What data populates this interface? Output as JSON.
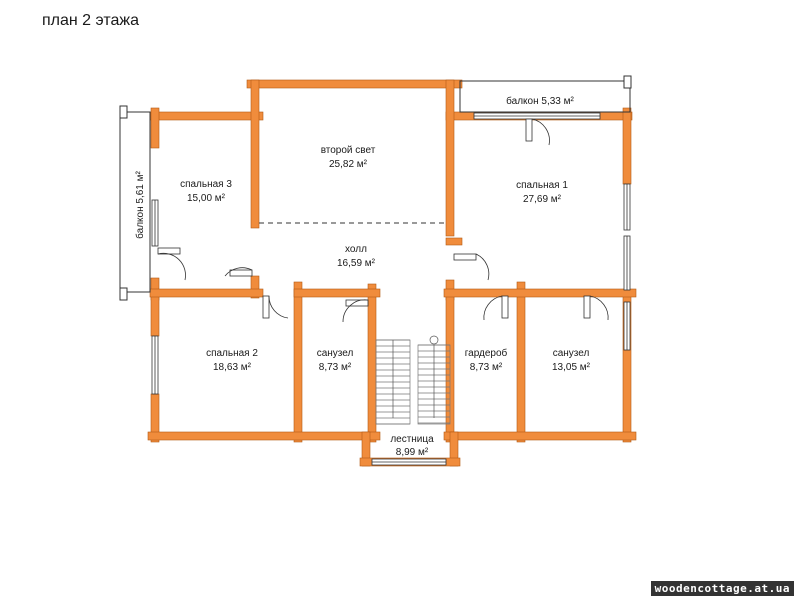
{
  "title": "план 2 этажа",
  "rooms": {
    "second_light": {
      "name": "второй свет",
      "area": "25,82 м²"
    },
    "bedroom1": {
      "name": "спальная 1",
      "area": "27,69 м²"
    },
    "bedroom2": {
      "name": "спальная 2",
      "area": "18,63 м²"
    },
    "bedroom3": {
      "name": "спальная 3",
      "area": "15,00 м²"
    },
    "hall": {
      "name": "холл",
      "area": "16,59 м²"
    },
    "bathroom_left": {
      "name": "санузел",
      "area": "8,73 м²"
    },
    "wardrobe": {
      "name": "гардероб",
      "area": "8,73 м²"
    },
    "bathroom_right": {
      "name": "санузел",
      "area": "13,05 м²"
    },
    "stairs": {
      "name": "лестница",
      "area": "8,99 м²"
    },
    "balcony_top": {
      "label": "балкон 5,33 м²"
    },
    "balcony_left": {
      "label": "балкон 5,61 м²"
    }
  },
  "watermark": "woodencottage.at.ua",
  "colors": {
    "wall": "#f08c3c",
    "wall_outline": "#b35a14",
    "line": "#333333"
  }
}
